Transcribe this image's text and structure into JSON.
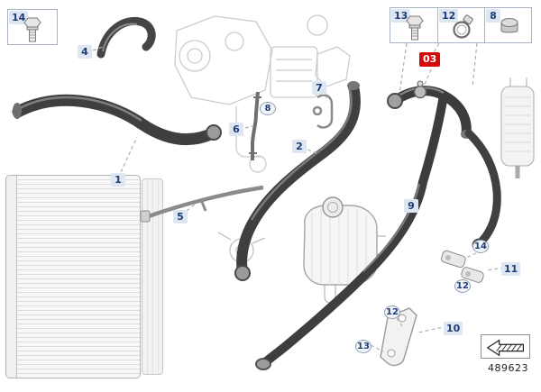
{
  "part_number": "489623",
  "legend": {
    "top_left": {
      "label": "14",
      "icon": "bolt-icon"
    },
    "top_right": [
      {
        "label": "13",
        "icon": "bolt-icon"
      },
      {
        "label": "12",
        "icon": "hose-clamp-icon"
      },
      {
        "label": "8",
        "icon": "seal-ring-icon"
      }
    ]
  },
  "selected_callout": {
    "label": "03",
    "background": "#d20a0a",
    "text_color": "#ffffff"
  },
  "callouts": {
    "c1": "1",
    "c2": "2",
    "c4": "4",
    "c5": "5",
    "c6": "6",
    "c7": "7",
    "c8_circle": "8",
    "c9": "9",
    "c10": "10",
    "c11": "11",
    "c12_circle_a": "12",
    "c12_circle_b": "12",
    "c13_circle": "13",
    "c14_circle": "14"
  },
  "colors": {
    "callout_bg": "#dde6f1",
    "callout_text": "#1d3c78",
    "selected_bg": "#d20a0a"
  }
}
